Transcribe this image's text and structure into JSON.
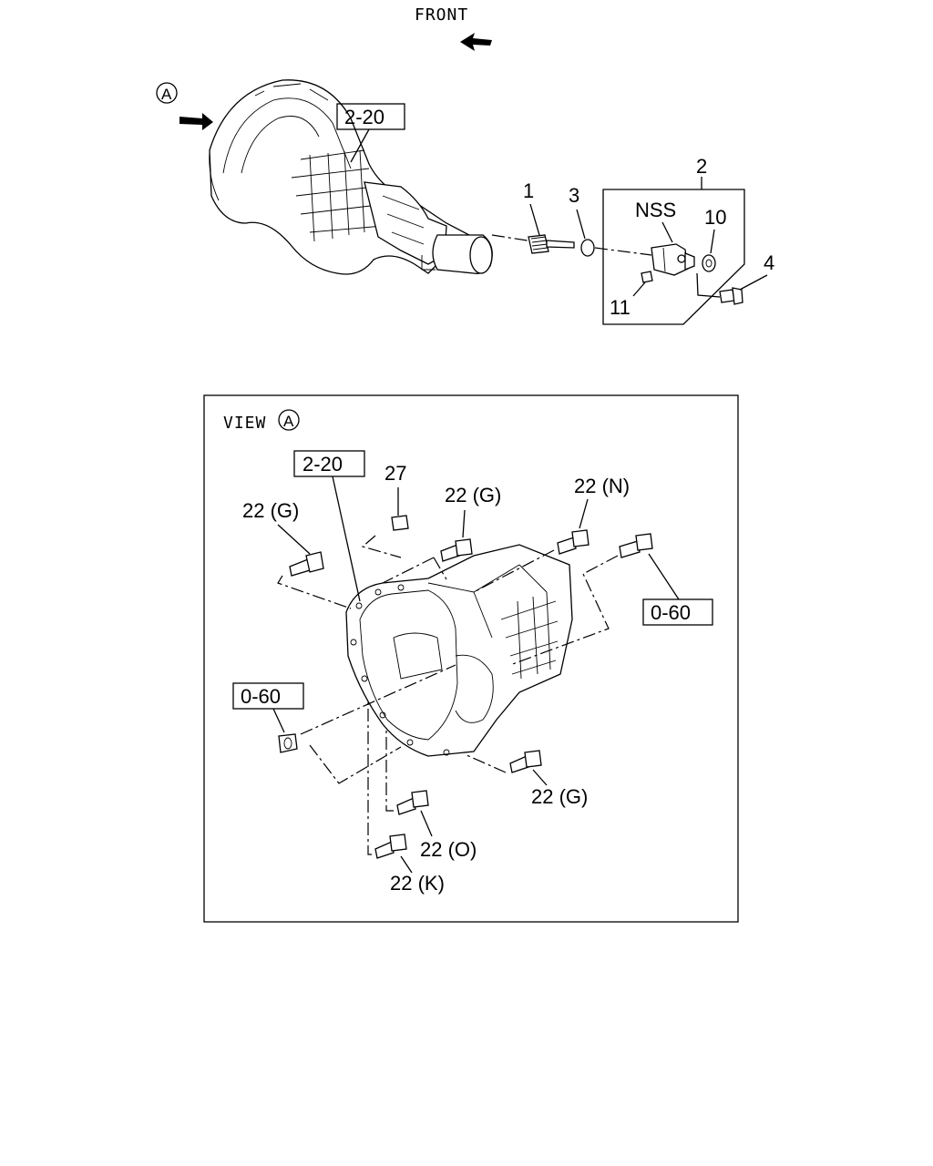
{
  "front_label": "FRONT",
  "view_marker": "A",
  "view_title": "VIEW",
  "top_assembly": {
    "ref_box": "2-20",
    "callouts": {
      "p1": "1",
      "p2": "2",
      "p3": "3",
      "p4": "4",
      "p10": "10",
      "p11": "11",
      "nss": "NSS"
    }
  },
  "view_a": {
    "ref_box": "2-20",
    "ref_0_60_right": "0-60",
    "ref_0_60_left": "0-60",
    "callouts": {
      "c27": "27",
      "c22g_left": "22 (G)",
      "c22g_mid": "22 (G)",
      "c22n": "22 (N)",
      "c22g_bottom": "22 (G)",
      "c22o": "22 (O)",
      "c22k": "22 (K)"
    }
  }
}
